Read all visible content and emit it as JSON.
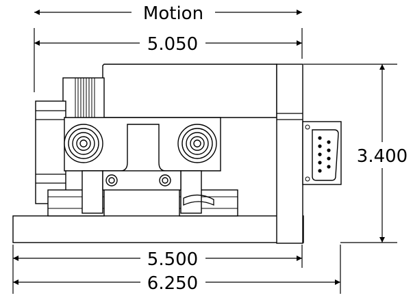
{
  "dimensions": {
    "motion_label": "Motion",
    "width_top": "5.050",
    "height": "3.400",
    "width_base": "5.500",
    "width_overall": "6.250"
  }
}
